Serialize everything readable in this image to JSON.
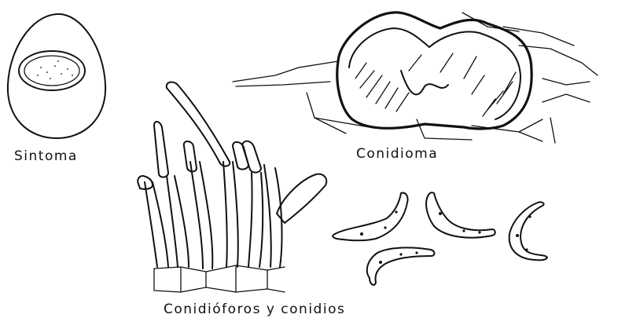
{
  "labels": {
    "sintoma": "Sintoma",
    "conidioma": "Conidioma",
    "conidioforos": "Conidióforos y conidios"
  },
  "colors": {
    "ink": "#111111",
    "background": "#ffffff"
  }
}
